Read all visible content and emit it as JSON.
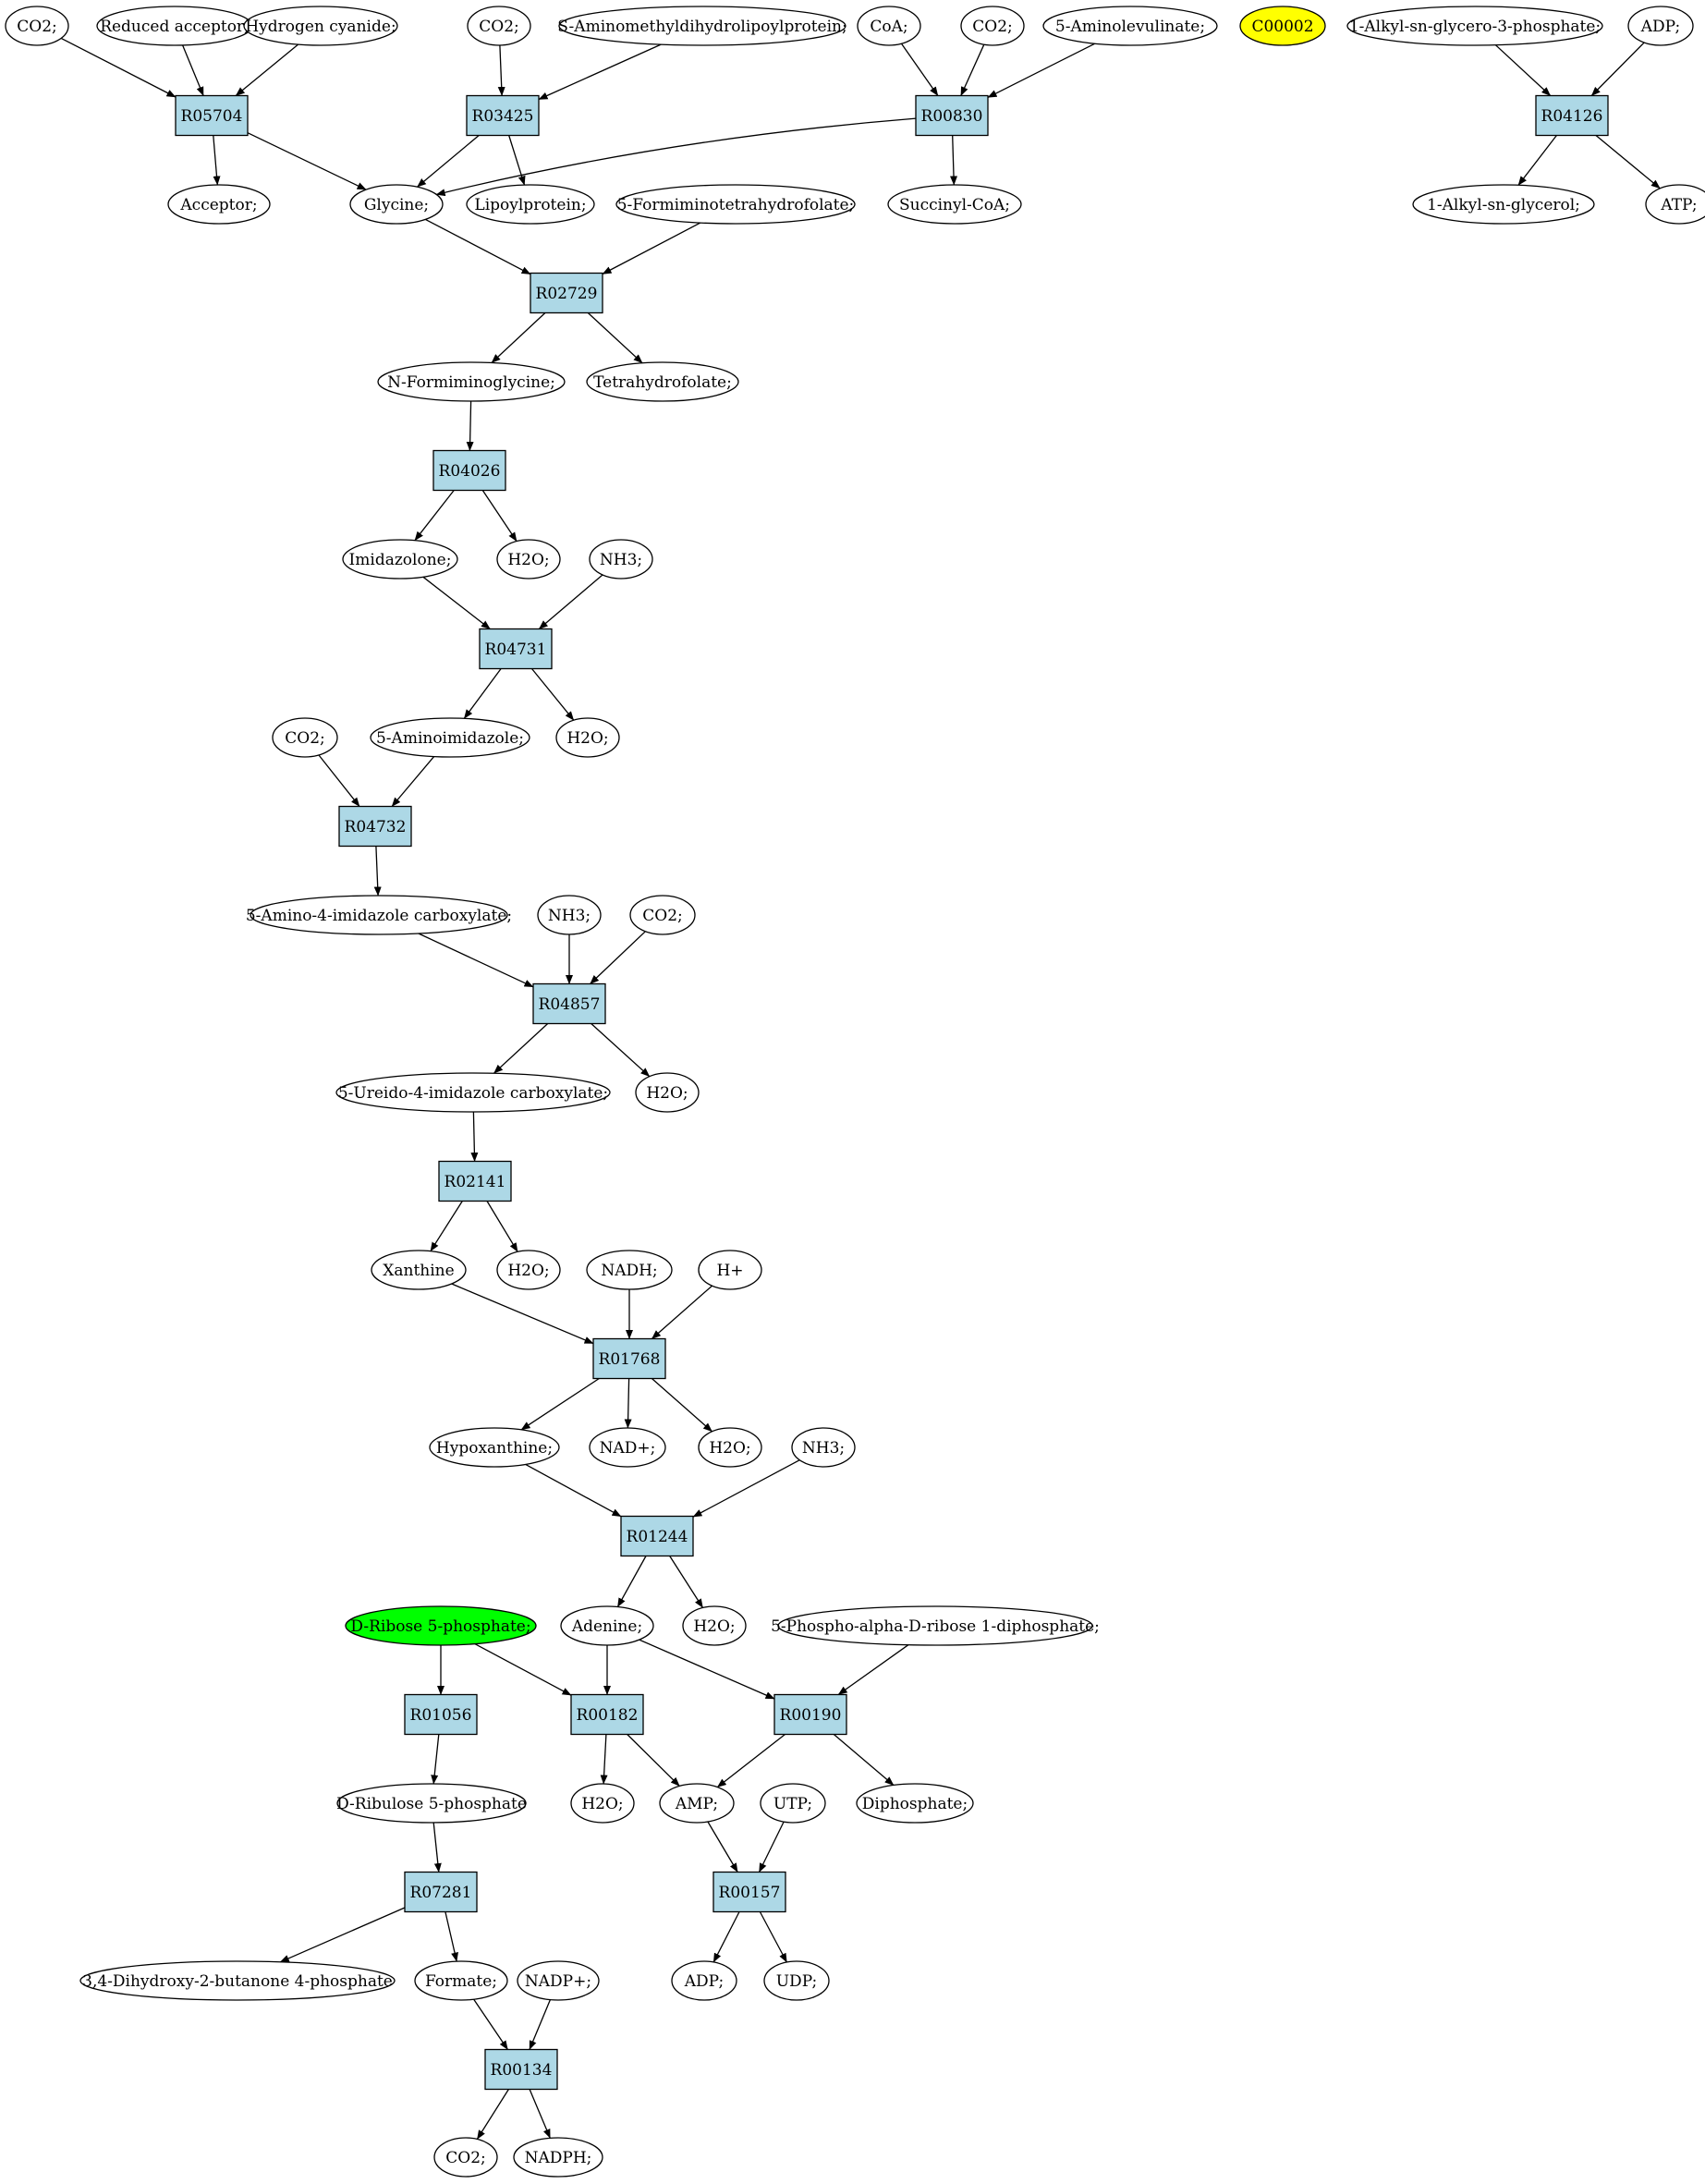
{
  "colors": {
    "reaction_fill": "#add8e6",
    "metabolite_fill": "#ffffff",
    "highlight_green": "#00ff00",
    "highlight_yellow": "#ffff00",
    "stroke": "#000000"
  },
  "metabolites": {
    "co2_a": {
      "label": "CO2;"
    },
    "reduced_acceptor": {
      "label": "Reduced acceptor;"
    },
    "hydrogen_cyanide": {
      "label": "Hydrogen cyanide;"
    },
    "co2_b": {
      "label": "CO2;"
    },
    "s_aminomethyl": {
      "label": "S-Aminomethyldihydrolipoylprotein;"
    },
    "coa": {
      "label": "CoA;"
    },
    "co2_c": {
      "label": "CO2;"
    },
    "aminolevulinate": {
      "label": "5-Aminolevulinate;"
    },
    "c00002": {
      "label": "C00002",
      "fill": "highlight_yellow"
    },
    "alkyl_g3p": {
      "label": "1-Alkyl-sn-glycero-3-phosphate;"
    },
    "adp_a": {
      "label": "ADP;"
    },
    "acceptor": {
      "label": "Acceptor;"
    },
    "glycine": {
      "label": "Glycine;"
    },
    "lipoylprotein": {
      "label": "Lipoylprotein;"
    },
    "formiminothf": {
      "label": "5-Formiminotetrahydrofolate;"
    },
    "succinyl_coa": {
      "label": "Succinyl-CoA;"
    },
    "alkyl_glycerol": {
      "label": "1-Alkyl-sn-glycerol;"
    },
    "atp": {
      "label": "ATP;"
    },
    "n_formiminoglycine": {
      "label": "N-Formiminoglycine;"
    },
    "thf": {
      "label": "Tetrahydrofolate;"
    },
    "imidazolone": {
      "label": "Imidazolone;"
    },
    "h2o_a": {
      "label": "H2O;"
    },
    "nh3_a": {
      "label": "NH3;"
    },
    "co2_d": {
      "label": "CO2;"
    },
    "aminoimidazole": {
      "label": "5-Aminoimidazole;"
    },
    "h2o_b": {
      "label": "H2O;"
    },
    "aica": {
      "label": "5-Amino-4-imidazole carboxylate;"
    },
    "nh3_b": {
      "label": "NH3;"
    },
    "co2_e": {
      "label": "CO2;"
    },
    "uica": {
      "label": "5-Ureido-4-imidazole carboxylate;"
    },
    "h2o_c": {
      "label": "H2O;"
    },
    "xanthine": {
      "label": "Xanthine"
    },
    "h2o_d": {
      "label": "H2O;"
    },
    "nadh": {
      "label": "NADH;"
    },
    "h_plus": {
      "label": "H+"
    },
    "hypoxanthine": {
      "label": "Hypoxanthine;"
    },
    "nad_plus": {
      "label": "NAD+;"
    },
    "h2o_e": {
      "label": "H2O;"
    },
    "nh3_c": {
      "label": "NH3;"
    },
    "ribose5p": {
      "label": "D-Ribose 5-phosphate;",
      "fill": "highlight_green"
    },
    "adenine": {
      "label": "Adenine;"
    },
    "h2o_f": {
      "label": "H2O;"
    },
    "prpp": {
      "label": "5-Phospho-alpha-D-ribose 1-diphosphate;"
    },
    "ribulose5p": {
      "label": "D-Ribulose 5-phosphate"
    },
    "h2o_g": {
      "label": "H2O;"
    },
    "amp": {
      "label": "AMP;"
    },
    "utp": {
      "label": "UTP;"
    },
    "diphosphate": {
      "label": "Diphosphate;"
    },
    "dhbp": {
      "label": "3,4-Dihydroxy-2-butanone 4-phosphate"
    },
    "formate": {
      "label": "Formate;"
    },
    "nadp_plus": {
      "label": "NADP+;"
    },
    "adp_b": {
      "label": "ADP;"
    },
    "udp": {
      "label": "UDP;"
    },
    "co2_f": {
      "label": "CO2;"
    },
    "nadph": {
      "label": "NADPH;"
    }
  },
  "reactions": {
    "r05704": {
      "label": "R05704"
    },
    "r03425": {
      "label": "R03425"
    },
    "r00830": {
      "label": "R00830"
    },
    "r04126": {
      "label": "R04126"
    },
    "r02729": {
      "label": "R02729"
    },
    "r04026": {
      "label": "R04026"
    },
    "r04731": {
      "label": "R04731"
    },
    "r04732": {
      "label": "R04732"
    },
    "r04857": {
      "label": "R04857"
    },
    "r02141": {
      "label": "R02141"
    },
    "r01768": {
      "label": "R01768"
    },
    "r01244": {
      "label": "R01244"
    },
    "r01056": {
      "label": "R01056"
    },
    "r00182": {
      "label": "R00182"
    },
    "r00190": {
      "label": "R00190"
    },
    "r07281": {
      "label": "R07281"
    },
    "r00157": {
      "label": "R00157"
    },
    "r00134": {
      "label": "R00134"
    }
  },
  "edges": [
    [
      "co2_a",
      "r05704"
    ],
    [
      "reduced_acceptor",
      "r05704"
    ],
    [
      "hydrogen_cyanide",
      "r05704"
    ],
    [
      "r05704",
      "acceptor"
    ],
    [
      "r05704",
      "glycine"
    ],
    [
      "co2_b",
      "r03425"
    ],
    [
      "s_aminomethyl",
      "r03425"
    ],
    [
      "r03425",
      "glycine"
    ],
    [
      "r03425",
      "lipoylprotein"
    ],
    [
      "coa",
      "r00830"
    ],
    [
      "co2_c",
      "r00830"
    ],
    [
      "aminolevulinate",
      "r00830"
    ],
    [
      "r00830",
      "glycine"
    ],
    [
      "r00830",
      "succinyl_coa"
    ],
    [
      "alkyl_g3p",
      "r04126"
    ],
    [
      "adp_a",
      "r04126"
    ],
    [
      "r04126",
      "alkyl_glycerol"
    ],
    [
      "r04126",
      "atp"
    ],
    [
      "glycine",
      "r02729"
    ],
    [
      "formiminothf",
      "r02729"
    ],
    [
      "r02729",
      "n_formiminoglycine"
    ],
    [
      "r02729",
      "thf"
    ],
    [
      "n_formiminoglycine",
      "r04026"
    ],
    [
      "r04026",
      "imidazolone"
    ],
    [
      "r04026",
      "h2o_a"
    ],
    [
      "imidazolone",
      "r04731"
    ],
    [
      "nh3_a",
      "r04731"
    ],
    [
      "r04731",
      "aminoimidazole"
    ],
    [
      "r04731",
      "h2o_b"
    ],
    [
      "co2_d",
      "r04732"
    ],
    [
      "aminoimidazole",
      "r04732"
    ],
    [
      "r04732",
      "aica"
    ],
    [
      "aica",
      "r04857"
    ],
    [
      "nh3_b",
      "r04857"
    ],
    [
      "co2_e",
      "r04857"
    ],
    [
      "r04857",
      "uica"
    ],
    [
      "r04857",
      "h2o_c"
    ],
    [
      "uica",
      "r02141"
    ],
    [
      "r02141",
      "xanthine"
    ],
    [
      "r02141",
      "h2o_d"
    ],
    [
      "xanthine",
      "r01768"
    ],
    [
      "nadh",
      "r01768"
    ],
    [
      "h_plus",
      "r01768"
    ],
    [
      "r01768",
      "hypoxanthine"
    ],
    [
      "r01768",
      "nad_plus"
    ],
    [
      "r01768",
      "h2o_e"
    ],
    [
      "hypoxanthine",
      "r01244"
    ],
    [
      "nh3_c",
      "r01244"
    ],
    [
      "r01244",
      "adenine"
    ],
    [
      "r01244",
      "h2o_f"
    ],
    [
      "ribose5p",
      "r01056"
    ],
    [
      "ribose5p",
      "r00182"
    ],
    [
      "adenine",
      "r00182"
    ],
    [
      "adenine",
      "r00190"
    ],
    [
      "prpp",
      "r00190"
    ],
    [
      "r01056",
      "ribulose5p"
    ],
    [
      "r00182",
      "h2o_g"
    ],
    [
      "r00182",
      "amp"
    ],
    [
      "r00190",
      "amp"
    ],
    [
      "r00190",
      "diphosphate"
    ],
    [
      "ribulose5p",
      "r07281"
    ],
    [
      "r07281",
      "dhbp"
    ],
    [
      "r07281",
      "formate"
    ],
    [
      "amp",
      "r00157"
    ],
    [
      "utp",
      "r00157"
    ],
    [
      "r00157",
      "adp_b"
    ],
    [
      "r00157",
      "udp"
    ],
    [
      "formate",
      "r00134"
    ],
    [
      "nadp_plus",
      "r00134"
    ],
    [
      "r00134",
      "co2_f"
    ],
    [
      "r00134",
      "nadph"
    ]
  ]
}
